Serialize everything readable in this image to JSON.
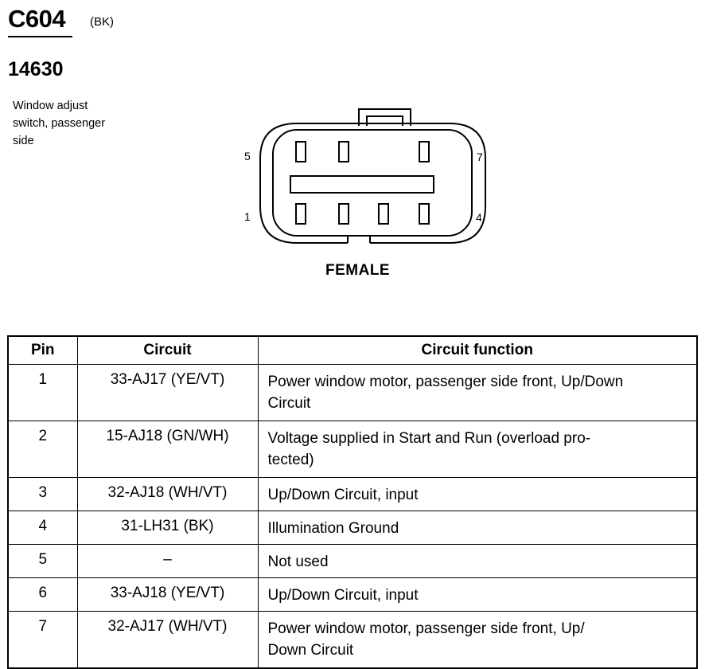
{
  "connector": {
    "code": "C604",
    "color": "(BK)",
    "part_number": "14630",
    "description_lines": [
      "Window adjust",
      "switch, passenger",
      "side"
    ]
  },
  "diagram": {
    "pin_labels": {
      "top_left": "5",
      "top_right": "7",
      "bottom_left": "1",
      "bottom_right": "4"
    },
    "gender_label": "FEMALE"
  },
  "table": {
    "headers": {
      "pin": "Pin",
      "circuit": "Circuit",
      "function": "Circuit function"
    },
    "rows": [
      {
        "pin": "1",
        "circuit": "33-AJ17 (YE/VT)",
        "function": [
          "Power window motor, passenger side front, Up/Down",
          "Circuit"
        ]
      },
      {
        "pin": "2",
        "circuit": "15-AJ18 (GN/WH)",
        "function": [
          "Voltage supplied in Start and Run (overload pro-",
          "tected)"
        ]
      },
      {
        "pin": "3",
        "circuit": "32-AJ18 (WH/VT)",
        "function": [
          "Up/Down Circuit, input"
        ]
      },
      {
        "pin": "4",
        "circuit": "31-LH31 (BK)",
        "function": [
          "Illumination Ground"
        ]
      },
      {
        "pin": "5",
        "circuit": "–",
        "function": [
          "Not used"
        ]
      },
      {
        "pin": "6",
        "circuit": "33-AJ18 (YE/VT)",
        "function": [
          "Up/Down Circuit, input"
        ]
      },
      {
        "pin": "7",
        "circuit": "32-AJ17 (WH/VT)",
        "function": [
          "Power window motor, passenger side front, Up/",
          "Down Circuit"
        ]
      }
    ]
  }
}
